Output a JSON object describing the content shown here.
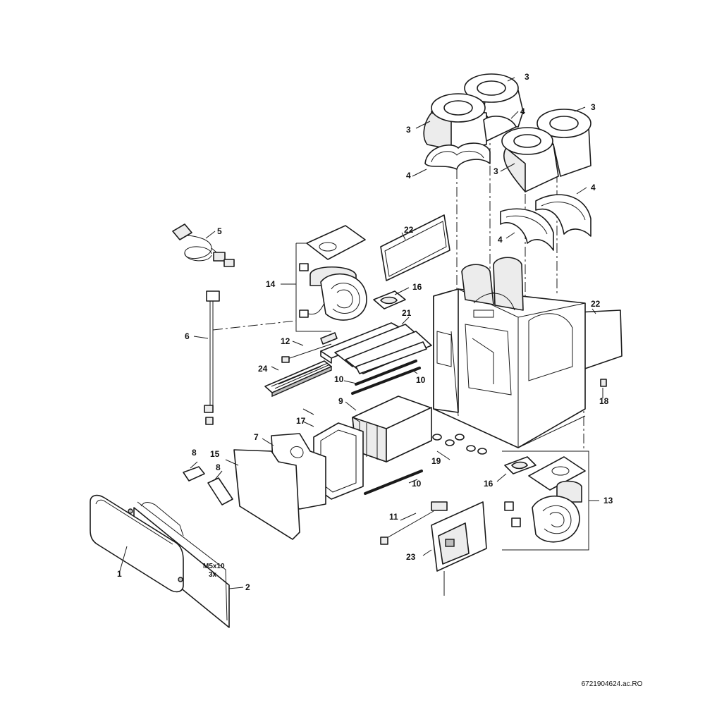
{
  "callouts": {
    "c1": "1",
    "c2": "2",
    "c3a": "3",
    "c3b": "3",
    "c3c": "3",
    "c3d": "3",
    "c4a": "4",
    "c4b": "4",
    "c4c": "4",
    "c4d": "4",
    "c5": "5",
    "c6": "6",
    "c7": "7",
    "c8a": "8",
    "c8b": "8",
    "c9": "9",
    "c10a": "10",
    "c10b": "10",
    "c10c": "10",
    "c11": "11",
    "c12": "12",
    "c13": "13",
    "c14": "14",
    "c15": "15",
    "c16a": "16",
    "c16b": "16",
    "c17": "17",
    "c18": "18",
    "c19": "19",
    "c21": "21",
    "c22a": "22",
    "c22b": "22",
    "c23": "23",
    "c24": "24"
  },
  "screw_note": {
    "line1": "M5x10",
    "line2": "3x"
  },
  "drawing_ref": "6721904624.ac.RO"
}
